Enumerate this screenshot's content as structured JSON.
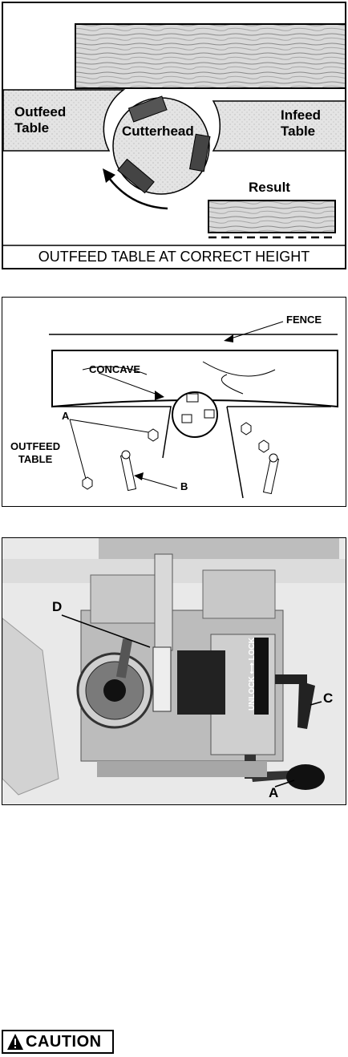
{
  "figure1": {
    "labels": {
      "outfeed_table": "Outfeed\nTable",
      "cutterhead": "Cutterhead",
      "infeed_table": "Infeed\nTable",
      "result": "Result"
    },
    "caption": "OUTFEED TABLE AT CORRECT HEIGHT"
  },
  "figure2": {
    "labels": {
      "fence": "FENCE",
      "concave": "CONCAVE",
      "a": "A",
      "outfeed_table": "OUTFEED\nTABLE",
      "b": "B"
    }
  },
  "figure3": {
    "labels": {
      "d": "D",
      "c": "C",
      "a": "A",
      "lock_plate": "UNLOCK ⟷ LOCK"
    }
  },
  "caution": {
    "text": "CAUTION"
  }
}
